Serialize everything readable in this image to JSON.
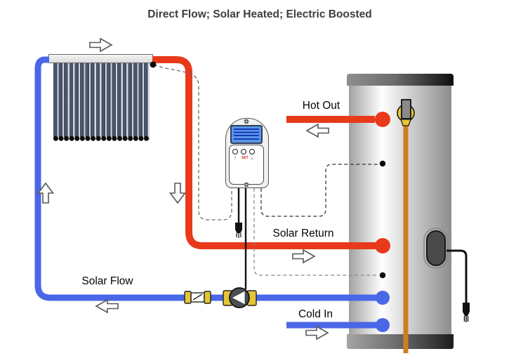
{
  "title": "Direct Flow; Solar Heated; Electric Boosted",
  "labels": {
    "hot_out": "Hot Out",
    "solar_return": "Solar Return",
    "solar_flow": "Solar Flow",
    "cold_in": "Cold In"
  },
  "controller": {
    "set_label": "SET",
    "up_glyph": "↑",
    "down_glyph": "↓"
  },
  "icons": {
    "flow_arrows": [
      "right-arrow-icon",
      "up-arrow-icon",
      "down-arrow-icon",
      "left-arrow-icon"
    ],
    "power_plug": "plug-icon"
  },
  "colors": {
    "hot_pipe": "#e8391b",
    "cold_pipe": "#4a67e8",
    "element_rod": "#ce7e22",
    "brass_fitting": "#e5c436",
    "collector_tube": "#39455a",
    "title_text": "#3e3e3e"
  }
}
